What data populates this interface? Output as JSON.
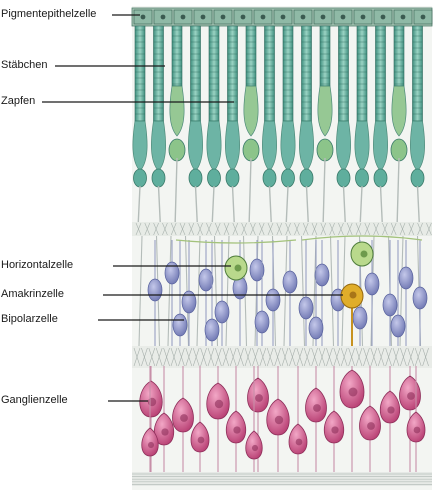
{
  "labels": {
    "pigmentepithel": "Pigmentepithelzelle",
    "staebchen": "Stäbchen",
    "zapfen": "Zapfen",
    "horizontalzelle": "Horizontalzelle",
    "amakrinzelle": "Amakrinzelle",
    "bipolarzelle": "Bipolarzelle",
    "ganglienzelle": "Ganglienzelle"
  },
  "colors": {
    "pigment_epithelium": "#8fb9a6",
    "rods": "#5fae9d",
    "cones": "#8cc48a",
    "horizontal_cells": "#b9d98c",
    "amacrine_cell": "#e0ad2a",
    "bipolar_cells": "#8f96c8",
    "ganglion_cells": "#d2608f",
    "fibers": "#b4bcb9",
    "leader_lines": "#1a1a1a"
  }
}
